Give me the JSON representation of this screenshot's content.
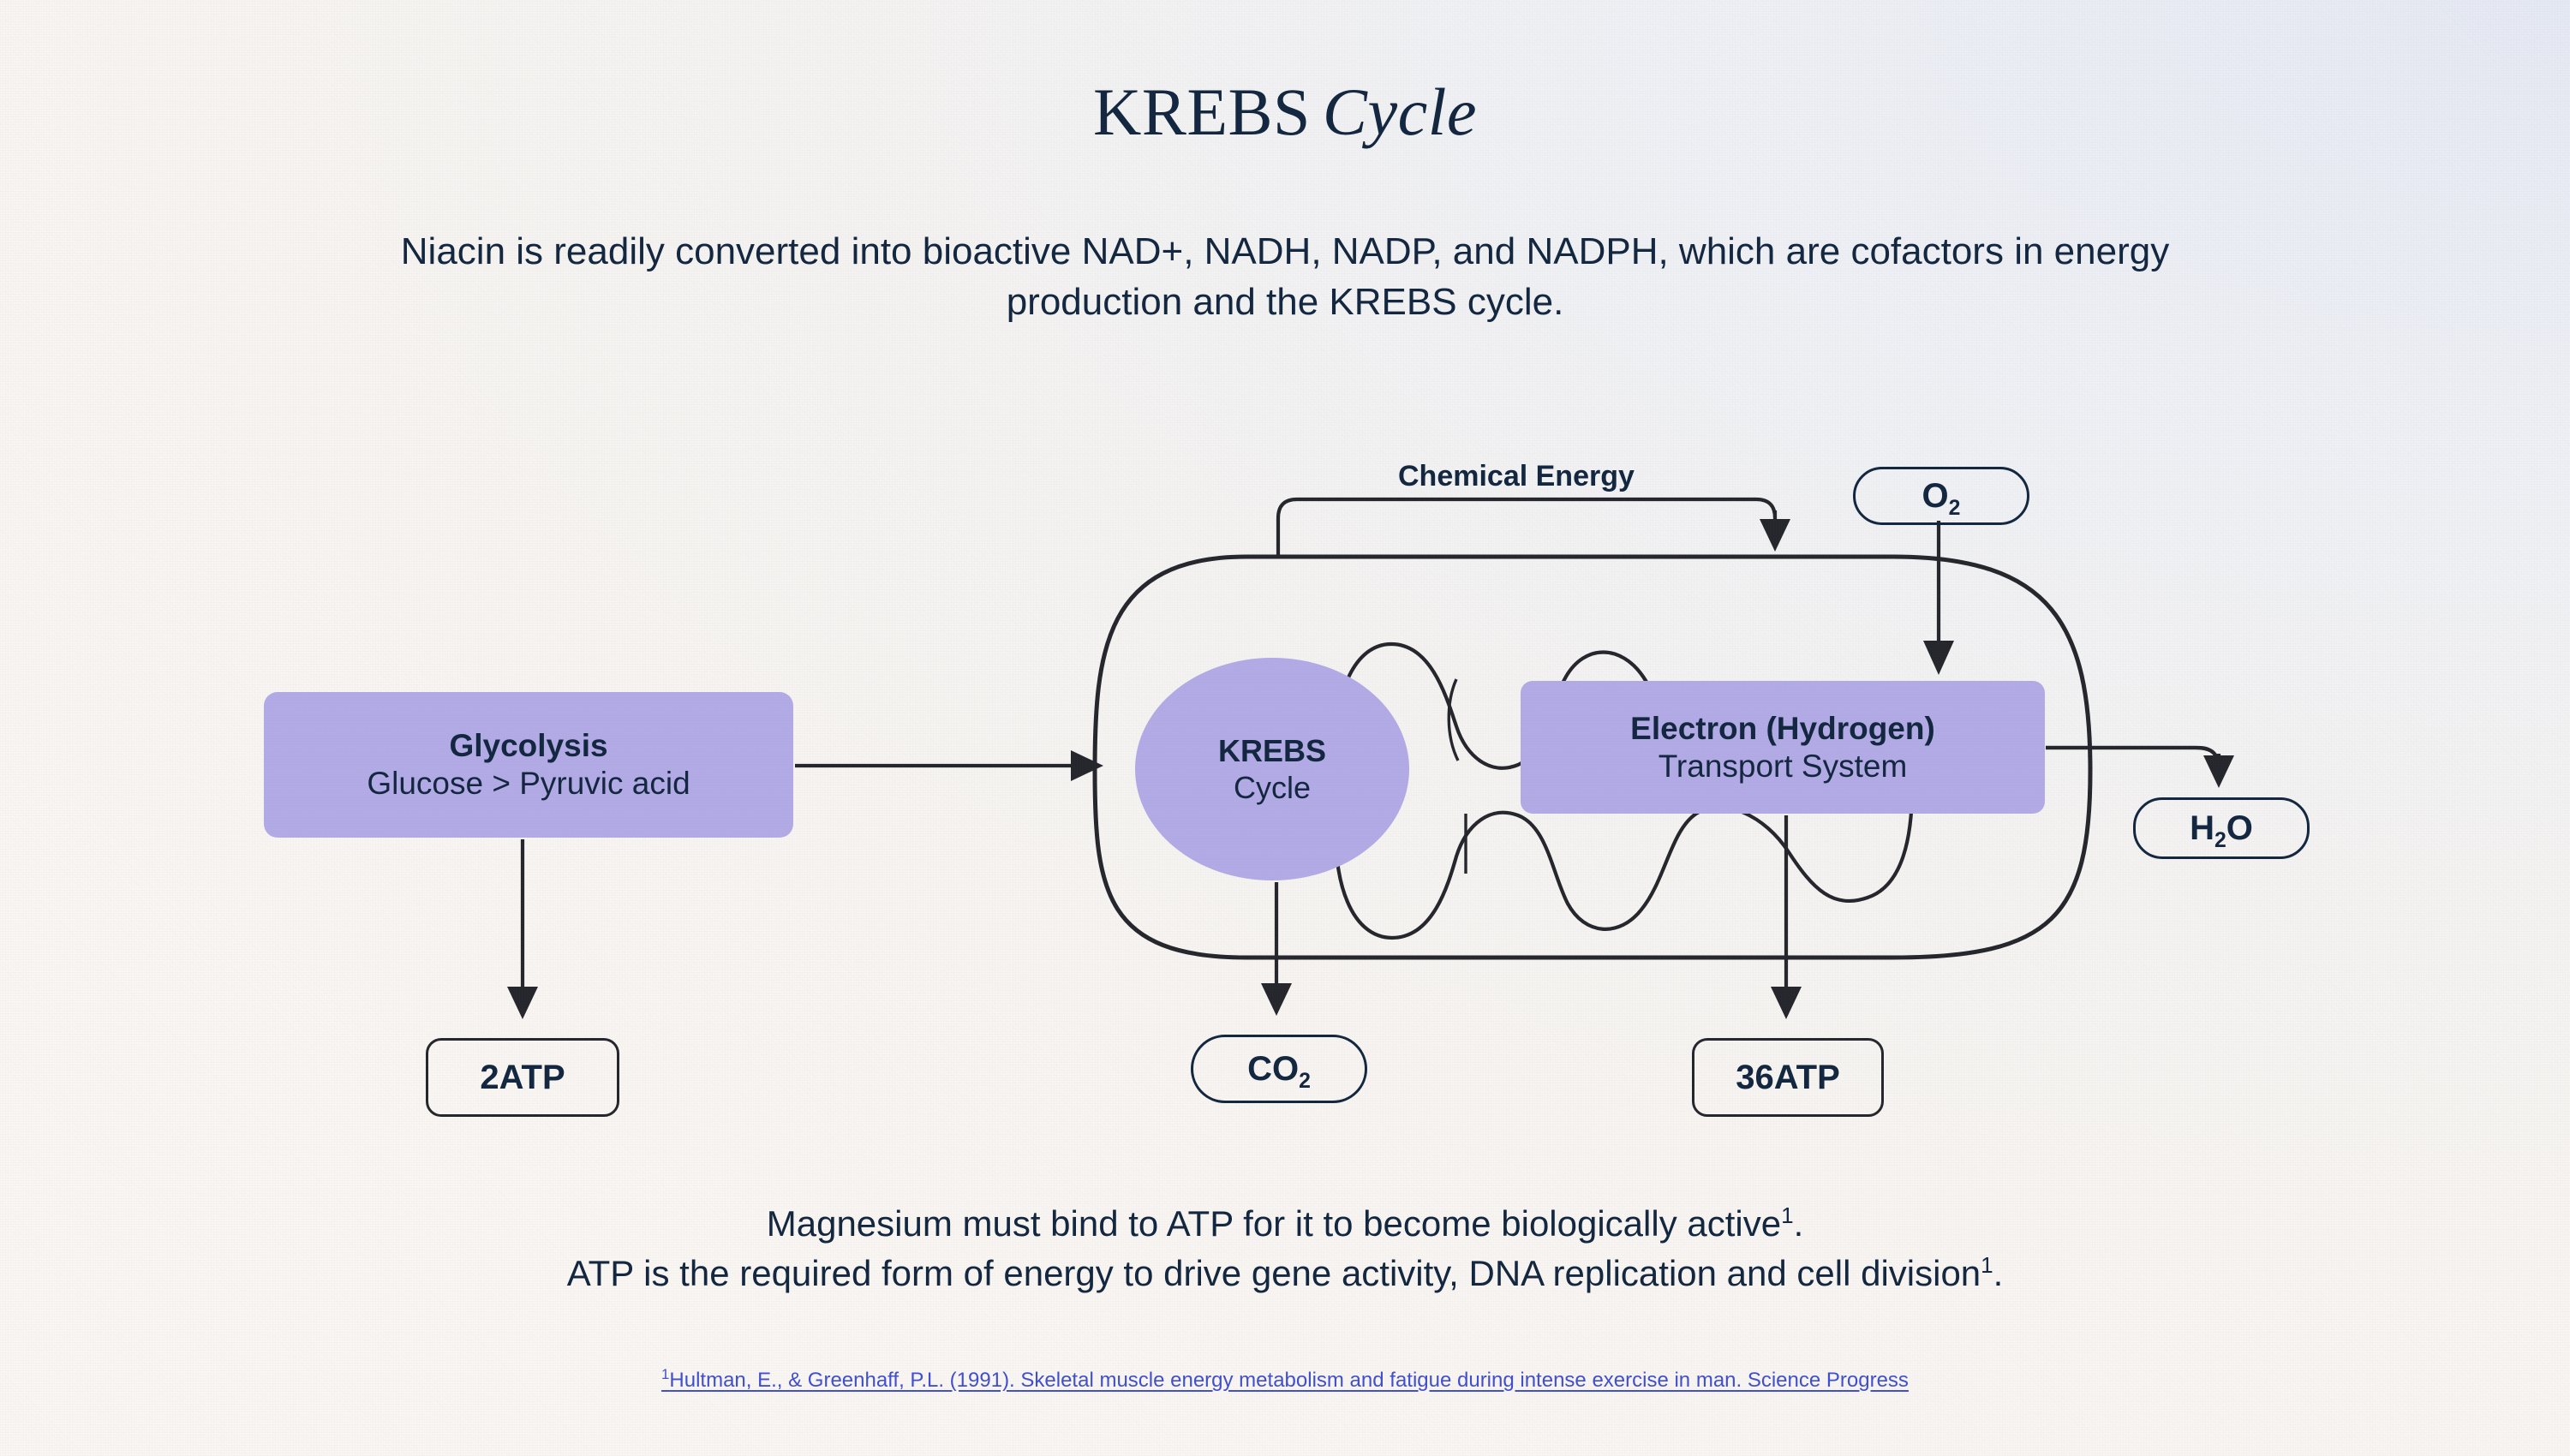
{
  "page": {
    "title_main": "KREBS",
    "title_italic": "Cycle",
    "subtitle": "Niacin is readily converted into bioactive NAD+, NADH, NADP, and NADPH, which are cofactors in energy production and the KREBS cycle."
  },
  "diagram": {
    "glycolysis": {
      "title": "Glycolysis",
      "subtitle": "Glucose > Pyruvic acid"
    },
    "krebs": {
      "title": "KREBS",
      "subtitle": "Cycle"
    },
    "electron_transport": {
      "title": "Electron (Hydrogen)",
      "subtitle": "Transport System"
    },
    "chemical_energy_label": "Chemical Energy",
    "outputs": {
      "atp_glycolysis": "2ATP",
      "co2": "CO",
      "co2_sub": "2",
      "atp_ets": "36ATP",
      "oxygen": "O",
      "oxygen_sub": "2",
      "water_h": "H",
      "water_sub": "2",
      "water_o": "O"
    }
  },
  "footer": {
    "line1": "Magnesium must bind to ATP for it to become biologically active",
    "line1_sup": "1",
    "line1_end": ".",
    "line2": "ATP is the required form of energy to drive gene activity, DNA replication and cell division",
    "line2_sup": "1",
    "line2_end": ".",
    "citation_sup": "1",
    "citation": "Hultman, E., & Greenhaff, P.L. (1991). Skeletal muscle energy metabolism and fatigue during intense exercise in man. Science Progress"
  },
  "colors": {
    "ink": "#12263f",
    "purple": "#b3abe6",
    "stroke": "#24262c",
    "link": "#3f4fd0",
    "bg_warm": "#faf6f2",
    "bg_cool": "#e5e9f3"
  }
}
